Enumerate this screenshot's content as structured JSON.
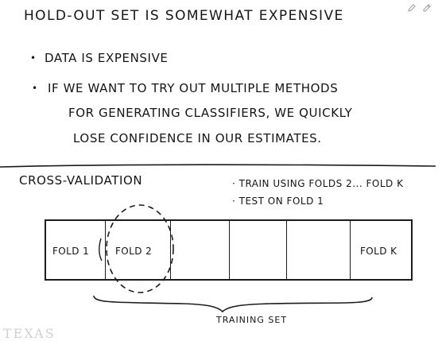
{
  "title": "HOLD-OUT SET IS SOMEWHAT EXPENSIVE",
  "bullets": [
    "DATA IS EXPENSIVE",
    "IF WE WANT TO TRY OUT MULTIPLE METHODS",
    "FOR GENERATING CLASSIFIERS, WE QUICKLY",
    "LOSE CONFIDENCE IN OUR ESTIMATES."
  ],
  "bullet_mark": "•",
  "cross_validation": {
    "title": "CROSS-VALIDATION",
    "notes": [
      "· TRAIN USING FOLDS 2... FOLD K",
      "· TEST ON FOLD 1"
    ],
    "folds": [
      "FOLD 1",
      "FOLD 2",
      "",
      "",
      "",
      "FOLD K"
    ],
    "brace_label": "TRAINING SET"
  },
  "watermark": "TEXAS",
  "toolbar_icons": [
    "pen-icon",
    "edit-icon"
  ],
  "colors": {
    "ink": "#141414",
    "background": "#ffffff",
    "watermark": "#cfcfcf"
  }
}
